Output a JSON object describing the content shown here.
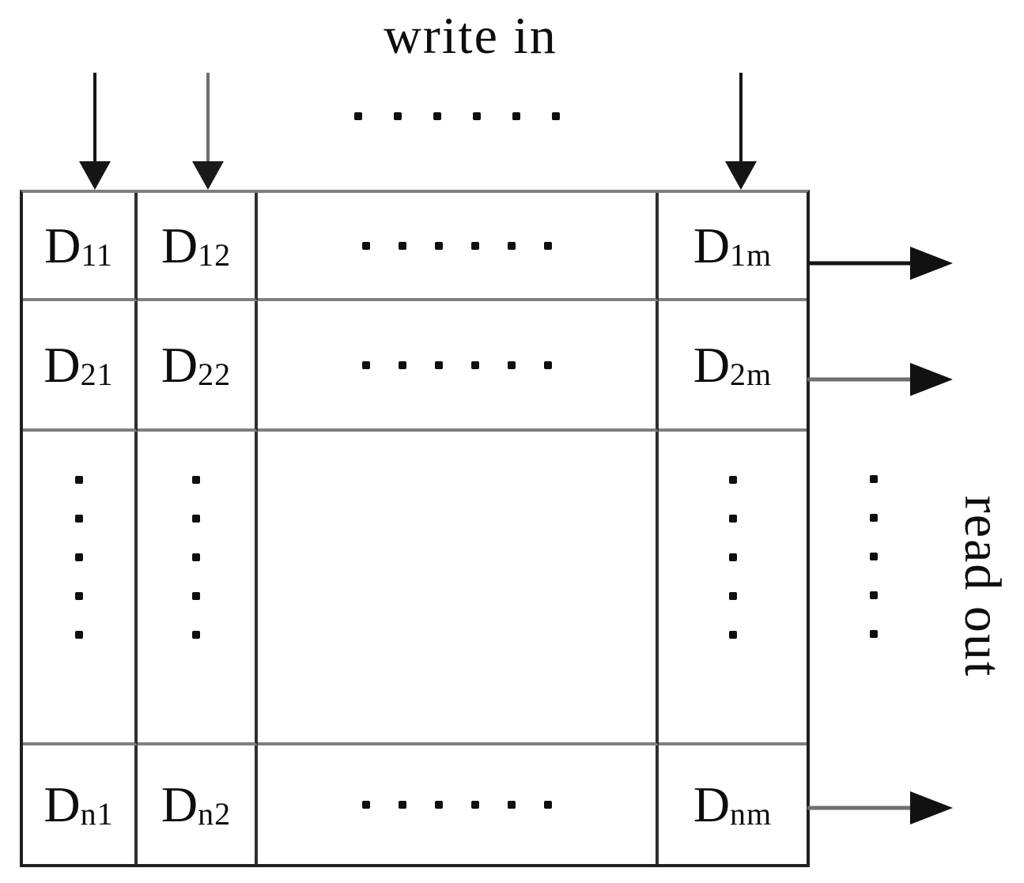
{
  "labels": {
    "write_in": "write in",
    "read_out": "read out"
  },
  "colors": {
    "ink": "#0e0e0e",
    "grid_gray": "#7f7f7f",
    "grid_dark": "#2e2e2e",
    "arrow_gray": "#6f6f6f",
    "background": "#ffffff"
  },
  "icons": {
    "write_in_arrows": "arrow-down",
    "read_out_arrows": "arrow-right"
  },
  "matrix": {
    "rows": [
      {
        "cells": [
          {
            "base": "D",
            "sub": "11"
          },
          {
            "base": "D",
            "sub": "12"
          },
          {
            "ellipsis": "horizontal"
          },
          {
            "base": "D",
            "sub": "1m"
          }
        ]
      },
      {
        "cells": [
          {
            "base": "D",
            "sub": "21"
          },
          {
            "base": "D",
            "sub": "22"
          },
          {
            "ellipsis": "horizontal"
          },
          {
            "base": "D",
            "sub": "2m"
          }
        ]
      },
      {
        "cells": [
          {
            "ellipsis": "vertical"
          },
          {
            "ellipsis": "vertical"
          },
          {
            "ellipsis": "none"
          },
          {
            "ellipsis": "vertical"
          }
        ]
      },
      {
        "cells": [
          {
            "base": "D",
            "sub": "n1"
          },
          {
            "base": "D",
            "sub": "n2"
          },
          {
            "ellipsis": "horizontal"
          },
          {
            "base": "D",
            "sub": "nm"
          }
        ]
      }
    ]
  },
  "ellipsis": {
    "top_count": 6,
    "horizontal_count": 6,
    "vertical_count": 5,
    "outside_count": 5
  }
}
